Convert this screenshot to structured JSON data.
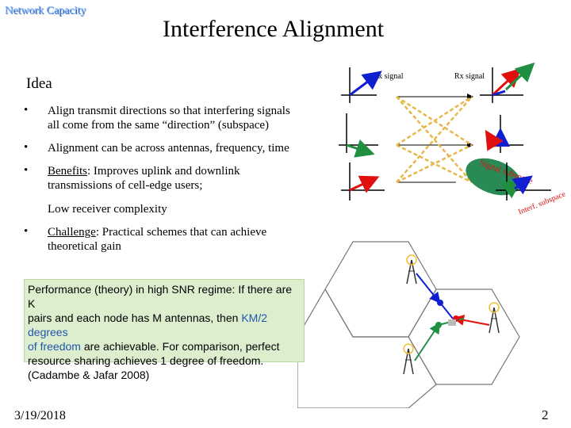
{
  "header": {
    "tag": "Network Capacity",
    "title": "Interference Alignment"
  },
  "idea": {
    "heading": "Idea",
    "bullet_char": "•",
    "b1_l1": "Align transmit directions so that interfering signals",
    "b1_l2": "all come from the same “direction” (subspace)",
    "b2": "Alignment can be across antennas, frequency, time",
    "b3_label": "Benefits",
    "b3_l1_rest": ": Improves uplink and downlink",
    "b3_l2": "transmissions of cell-edge users;",
    "b3_sub": "Low receiver complexity",
    "b4_label": "Challenge",
    "b4_l1_rest": ": Practical schemes that can achieve",
    "b4_l2": "theoretical gain"
  },
  "perf": {
    "l1": "Performance (theory) in high SNR regime: If there are K",
    "l2a": "pairs and each node has M antennas, then ",
    "l2b": "KM/2 degrees",
    "l3a": "of freedom",
    "l3b": " are achievable. For comparison, perfect",
    "l4": "resource sharing achieves 1 degree of freedom.",
    "l5": "(Cadambe & Jafar 2008)"
  },
  "diagram": {
    "tx_label": "Tx signal",
    "rx_label": "Rx signal",
    "signal_label": "Signal subspace",
    "interf_label": "Interf. subspace",
    "colors": {
      "signal": "#2a8a55",
      "interference": "#e6b84a",
      "arrow_red": "#e01010",
      "arrow_blue": "#1020d0",
      "arrow_green": "#209040"
    }
  },
  "footer": {
    "date": "3/19/2018",
    "page": "2"
  }
}
